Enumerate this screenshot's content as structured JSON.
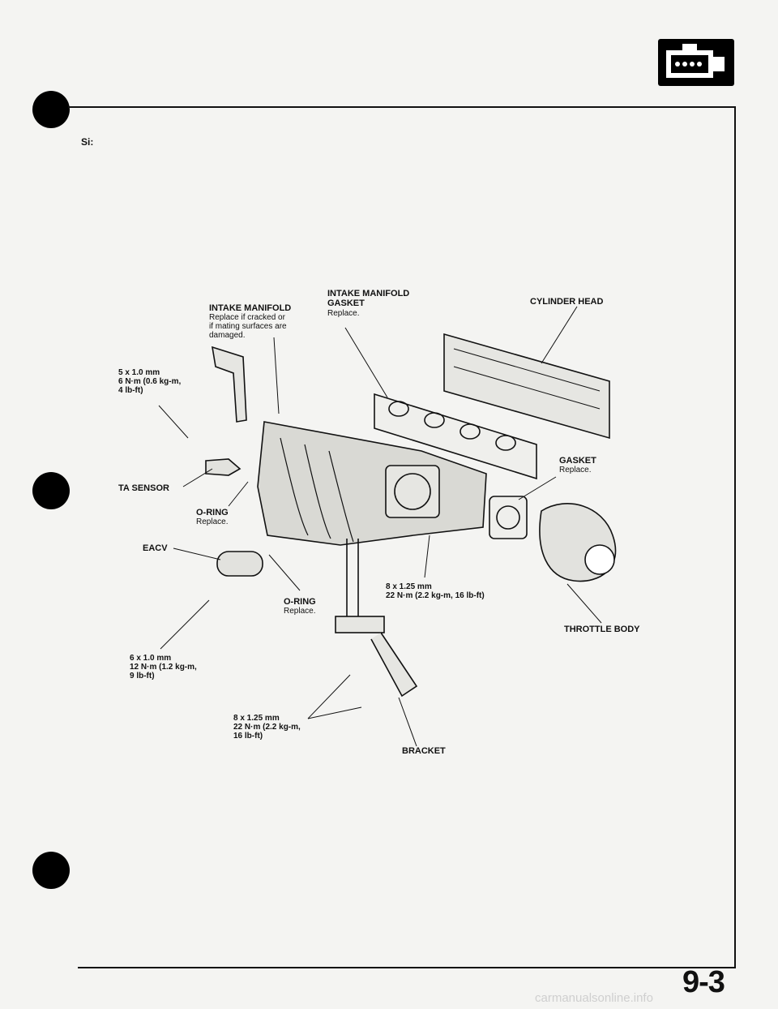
{
  "section_label": "Si:",
  "page_number": "9-3",
  "watermark": "carmanualsonline.info",
  "icon": "engine-icon",
  "labels": {
    "intake_manifold": "INTAKE MANIFOLD",
    "intake_manifold_note": [
      "Replace if cracked or",
      "if mating surfaces are",
      "damaged."
    ],
    "intake_manifold_gasket": [
      "INTAKE MANIFOLD",
      "GASKET"
    ],
    "intake_manifold_gasket_note": "Replace.",
    "cylinder_head": "CYLINDER HEAD",
    "bolt_5x1": [
      "5 x 1.0 mm",
      "6 N·m (0.6 kg-m,",
      "4 lb-ft)"
    ],
    "ta_sensor": "TA SENSOR",
    "oring_1": "O-RING",
    "oring_1_note": "Replace.",
    "gasket": "GASKET",
    "gasket_note": "Replace.",
    "eacv": "EACV",
    "oring_2": "O-RING",
    "oring_2_note": "Replace.",
    "bolt_8x125_a": [
      "8 x 1.25 mm",
      "22 N·m (2.2 kg-m, 16 lb-ft)"
    ],
    "throttle_body": "THROTTLE BODY",
    "bolt_6x1": [
      "6 x 1.0 mm",
      "12 N·m (1.2 kg-m,",
      "9 lb-ft)"
    ],
    "bolt_8x125_b": [
      "8 x 1.25 mm",
      "22 N·m (2.2 kg-m,",
      "16 lb-ft)"
    ],
    "bracket": "BRACKET"
  }
}
